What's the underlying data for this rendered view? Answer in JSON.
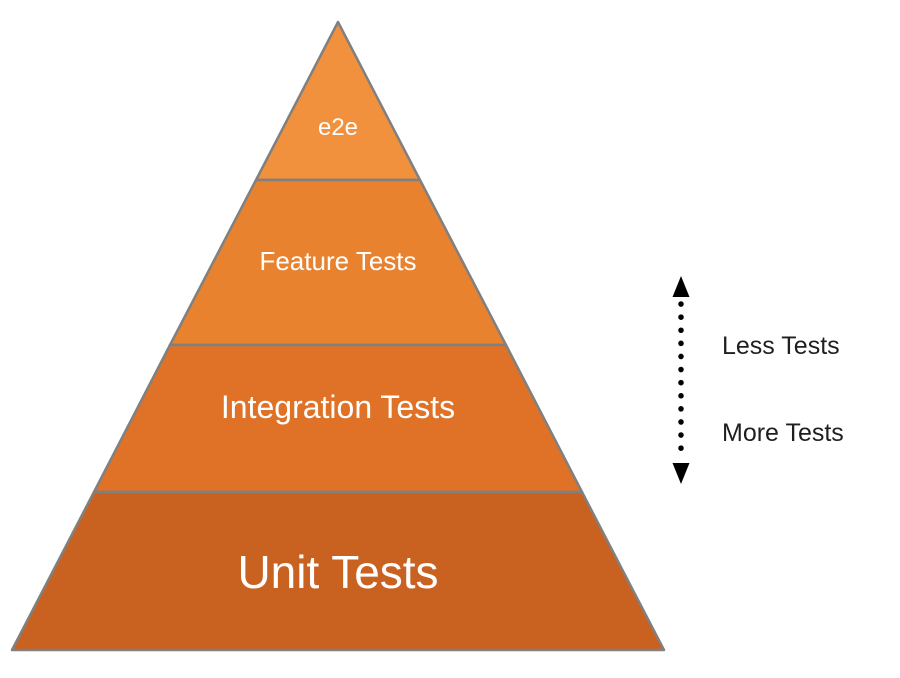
{
  "pyramid": {
    "stroke_color": "#808080",
    "layers": [
      {
        "label": "e2e",
        "color": "#F2913D"
      },
      {
        "label": "Feature Tests",
        "color": "#E9822E"
      },
      {
        "label": "Integration Tests",
        "color": "#DF7226"
      },
      {
        "label": "Unit Tests",
        "color": "#C96121"
      }
    ]
  },
  "legend": {
    "arrow_color": "#000000",
    "less_label": "Less Tests",
    "more_label": "More Tests"
  }
}
